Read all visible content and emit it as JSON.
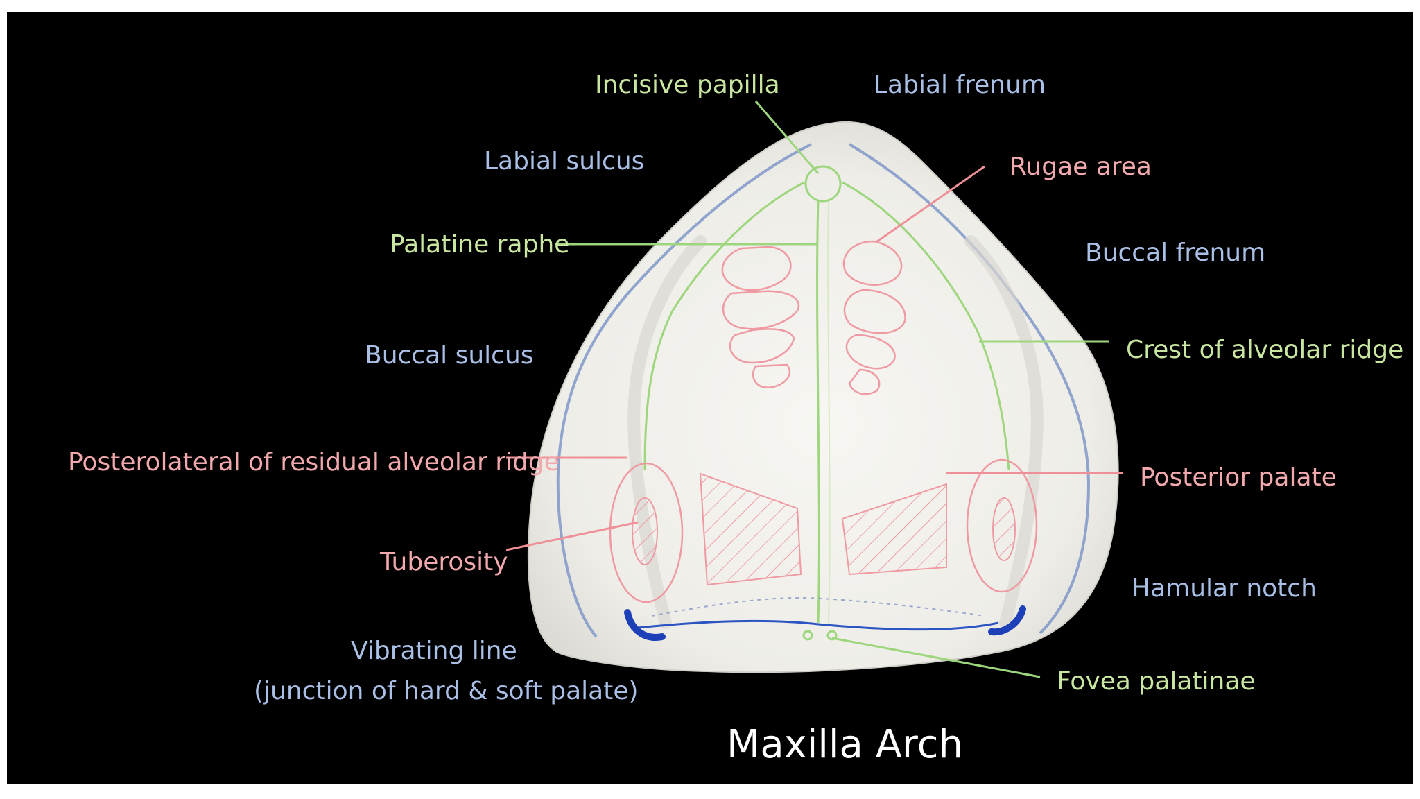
{
  "title": "Maxilla Arch",
  "colors": {
    "background": "#000000",
    "green_label": "#c8e6a0",
    "blue_label": "#a9bfe6",
    "pink_label": "#f2a9ae",
    "caption": "#ffffff",
    "green_line": "#9ed67e",
    "pink_line": "#ef8f97",
    "model": "#f1f1ee"
  },
  "labels": {
    "incisive_papilla": "Incisive papilla",
    "labial_frenum": "Labial frenum",
    "labial_sulcus": "Labial sulcus",
    "rugae_area": "Rugae area",
    "palatine_raphe": "Palatine raphe",
    "buccal_frenum": "Buccal frenum",
    "buccal_sulcus": "Buccal sulcus",
    "crest_of_alveolar_ridge": "Crest of alveolar ridge",
    "posterolateral": "Posterolateral of residual alveolar ridge",
    "posterior_palate": "Posterior palate",
    "tuberosity": "Tuberosity",
    "hamular_notch": "Hamular notch",
    "vibrating_line_1": "Vibrating line",
    "vibrating_line_2": "(junction of hard & soft palate)",
    "fovea_palatinae": "Fovea palatinae"
  }
}
